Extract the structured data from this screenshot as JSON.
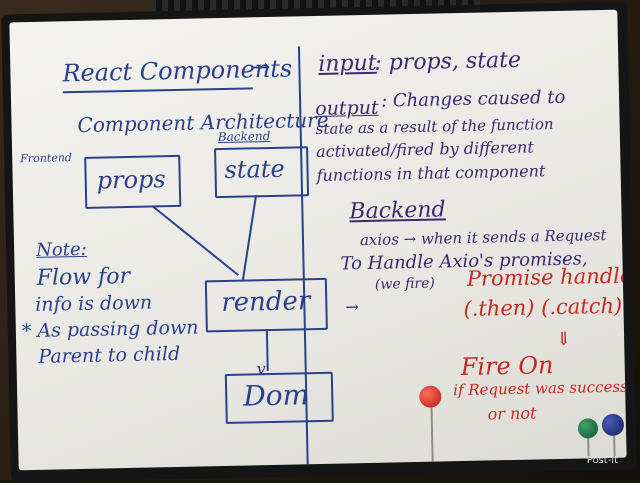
{
  "title": "React Components",
  "arrow_glyph": "→",
  "left": {
    "architecture_heading": "Component Architecture",
    "frontend_label": "Frontend",
    "backend_label": "Backend",
    "props_box": "props",
    "state_box": "state",
    "render_box": "render",
    "dom_box": "Dom",
    "note_label": "Note:",
    "note_lines": [
      "Flow for",
      "info is down",
      "* As passing down",
      "Parent to child"
    ]
  },
  "right": {
    "input_label": "input",
    "input_text": ": props, state",
    "output_label": "output",
    "output_lines": [
      ": Changes caused to",
      "state as a result of the function",
      "activated/fired by different",
      "functions in that component"
    ],
    "backend_heading": "Backend",
    "backend_lines": [
      "axios → when it sends a Request",
      "To Handle Axio's promises,",
      "(we fire)"
    ],
    "promise_handlers": "Promise handlers",
    "then_catch": "(.then) (.catch)",
    "fire_on": "Fire On",
    "if_lines": [
      "if Request was successful",
      "or not"
    ]
  },
  "brand_text": "Post-it",
  "colors": {
    "blue_ink": "#2b3f8c",
    "purple_ink": "#3a2a6e",
    "red_ink": "#c8281f",
    "board": "#f4f3ef",
    "frame": "#151515"
  },
  "magnets": [
    "red",
    "green",
    "navy"
  ]
}
